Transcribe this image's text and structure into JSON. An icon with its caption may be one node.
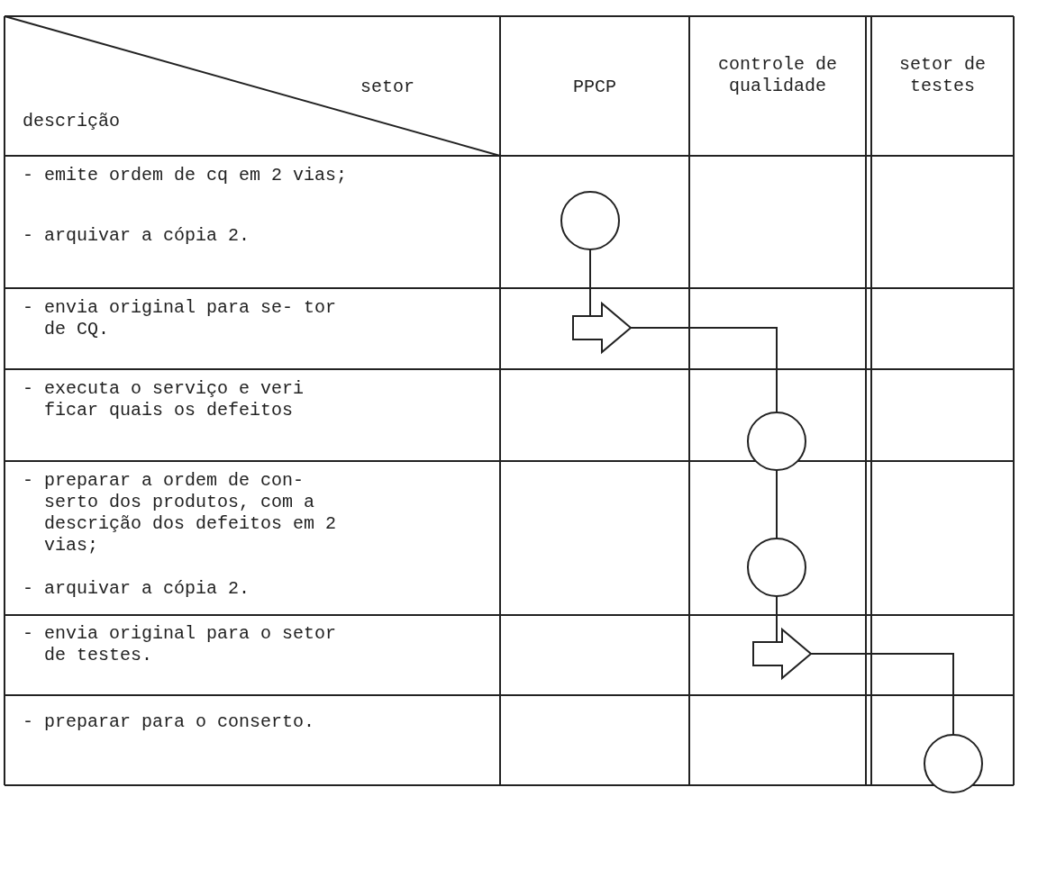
{
  "diagram": {
    "nodes": [
      {
        "text": [],
        "shape": "circle"
      },
      {
        "text": [],
        "shape": "arrow"
      },
      {
        "text": [],
        "shape": "circle"
      },
      {
        "text": [],
        "shape": "circle"
      },
      {
        "text": [],
        "shape": "arrow"
      },
      {
        "text": [],
        "shape": "circle"
      }
    ],
    "edges": [
      {
        "from": 0,
        "to": 1,
        "arrow": "none"
      },
      {
        "from": 1,
        "to": 2,
        "arrow": "none"
      },
      {
        "from": 2,
        "to": 3,
        "arrow": "none"
      },
      {
        "from": 3,
        "to": 4,
        "arrow": "none"
      },
      {
        "from": 4,
        "to": 5,
        "arrow": "none"
      }
    ],
    "labels": [
      "setor",
      "descrição",
      "PPCP",
      "controle de qualidade",
      "setor de testes",
      "- emite ordem de cq em 2 vias;",
      "- arquivar a cópia 2.",
      "- envia original para se- tor de CQ.",
      "- executa o serviço e veri ficar quais os defeitos",
      "- preparar a ordem de con- serto dos produtos, com a descrição dos defeitos em 2 vias;",
      "- arquivar a cópia 2.",
      "- envia original para o setor de testes.",
      "- preparar para o conserto."
    ]
  }
}
